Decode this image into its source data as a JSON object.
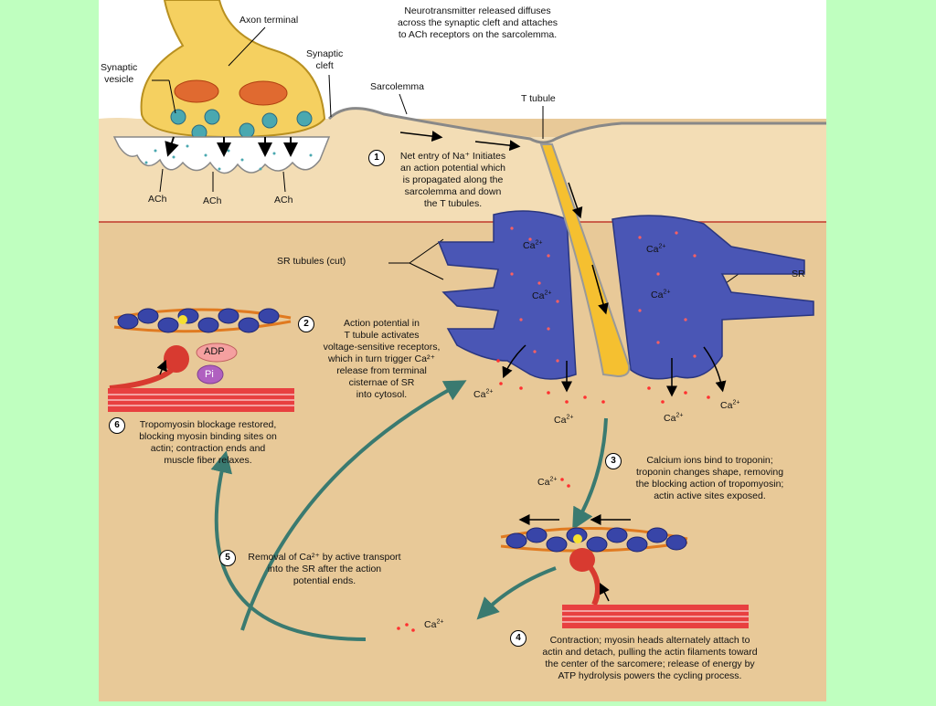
{
  "labels": {
    "axon_terminal": "Axon terminal",
    "synaptic_vesicle": "Synaptic\nvesicle",
    "synaptic_cleft": "Synaptic\ncleft",
    "sarcolemma": "Sarcolemma",
    "t_tubule": "T tubule",
    "ach": "ACh",
    "sr_tubules_cut": "SR tubules (cut)",
    "sr": "SR",
    "adp": "ADP",
    "pi": "Pi",
    "ca_base": "Ca",
    "ca_sup": "2+",
    "neurotransmitter_note": "Neurotransmitter released diffuses\nacross the synaptic cleft and attaches\nto ACh receptors on the sarcolemma."
  },
  "steps": [
    {
      "number": "1",
      "text": "Net entry of Na⁺ Initiates\nan action potential which\nis propagated along the\nsarcolemma and down\nthe T tubules."
    },
    {
      "number": "2",
      "text": "Action potential in\nT tubule activates\nvoltage-sensitive receptors,\nwhich in turn trigger Ca²⁺\nrelease from terminal\ncisternae of SR\ninto cytosol."
    },
    {
      "number": "3",
      "text": "Calcium ions bind to troponin;\ntroponin changes shape, removing\nthe blocking action of tropomyosin;\nactin active sites exposed."
    },
    {
      "number": "4",
      "text": "Contraction; myosin heads alternately attach to\nactin and detach, pulling the actin filaments toward\nthe center of the sarcomere; release of energy by\nATP hydrolysis powers the cycling process."
    },
    {
      "number": "5",
      "text": "Removal of Ca²⁺ by active transport\ninto the SR after the action\npotential ends."
    },
    {
      "number": "6",
      "text": "Tropomyosin blockage restored,\nblocking myosin binding sites on\nactin; contraction ends and\nmuscle fiber relaxes."
    }
  ],
  "colors": {
    "page_bg": "#bfffbf",
    "diagram_bg": "#e8c998",
    "upper_bg": "#f3ddb5",
    "sr_blue": "#4a56b5",
    "ca_red": "#e03030",
    "ttubule_yellow": "#f5c030",
    "arrow_teal": "#3a7a70",
    "myosin_red": "#d83a30"
  }
}
